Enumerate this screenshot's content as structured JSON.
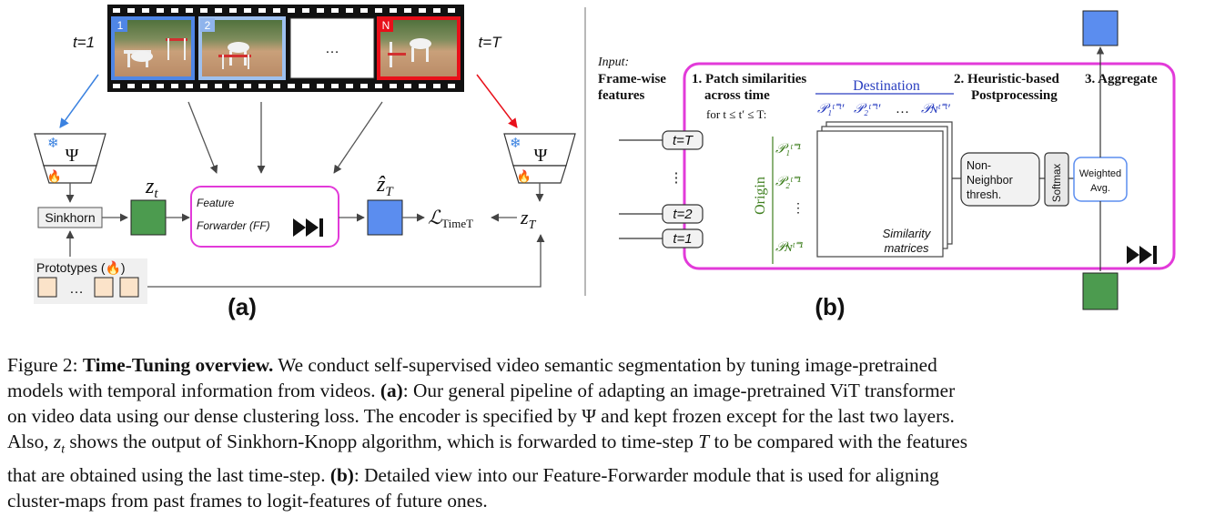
{
  "panel_a": {
    "frame_labels": [
      "1",
      "2",
      "…",
      "N"
    ],
    "t_start": "t=1",
    "t_end": "t=T",
    "psi": "Ψ",
    "snow_icon": "snowflake-icon",
    "fire_icon": "flame-icon",
    "sinkhorn": "Sinkhorn",
    "zt": "z",
    "zt_sub": "t",
    "ff_line1": "Feature",
    "ff_line2": "Forwarder (FF)",
    "zhat": "ẑ",
    "zhat_sub": "T",
    "loss": "ℒ",
    "loss_sub": "TimeT",
    "zT": "z",
    "zT_sub": "T",
    "prototypes": "Prototypes (🔥)",
    "proto_dots": "…",
    "label": "(a)",
    "colors": {
      "blue": "#5b8def",
      "green": "#4c9b4f",
      "magenta": "#e23ad9",
      "red": "#e8101a",
      "proto": "#fbe3c9"
    }
  },
  "panel_b": {
    "input_label": "Input:",
    "fw_line1": "Frame-wise",
    "fw_line2": "features",
    "step1_line1": "1. Patch similarities",
    "step1_line2": "across time",
    "step1_cond": "for t ≤ t′ ≤ T:",
    "destination": "Destination",
    "dest_items": [
      "𝒫₁ᵗ⁼ᵗ′",
      "𝒫₂ᵗ⁼ᵗ′",
      "…",
      "𝒫ɴᵗ⁼ᵗ′"
    ],
    "step2_line1": "2. Heuristic-based",
    "step2_line2": "Postprocessing",
    "step3": "3. Aggregate",
    "t_boxes": [
      "t=T",
      "⋮",
      "t=2",
      "t=1"
    ],
    "origin": "Origin",
    "origin_items": [
      "𝒫₁ᵗ⁼¹",
      "𝒫₂ᵗ⁼¹",
      "⋮",
      "𝒫ɴᵗ⁼¹"
    ],
    "sim_line1": "Similarity",
    "sim_line2": "matrices",
    "nn_line1": "Non-",
    "nn_line2": "Neighbor",
    "nn_line3": "thresh.",
    "softmax": "Softmax",
    "wavg_line1": "Weighted",
    "wavg_line2": "Avg.",
    "label": "(b)"
  },
  "caption": {
    "prefix": "Figure 2: ",
    "title": "Time-Tuning overview.",
    "l1_rest": " We conduct self-supervised video semantic segmentation by tuning image-pretrained",
    "l2_a": "models with temporal information from videos. ",
    "l2_b": "(a)",
    "l2_c": ": Our general pipeline of adapting an image-pretrained ViT transformer",
    "l3": "on video data using our dense clustering loss. The encoder is specified by Ψ and kept frozen except for the last two layers.",
    "l4_a": "Also, ",
    "l4_zt": "z",
    "l4_zt_sub": "t",
    "l4_b": " shows the output of Sinkhorn-Knopp algorithm, which is forwarded to time-step ",
    "l4_T": "T",
    "l4_c": " to be compared with the features",
    "l5_a": "that are obtained using the last time-step. ",
    "l5_b": "(b)",
    "l5_c": ": Detailed view into our Feature-Forwarder module that is used for aligning",
    "l6": "cluster-maps from past frames to logit-features of future ones."
  }
}
